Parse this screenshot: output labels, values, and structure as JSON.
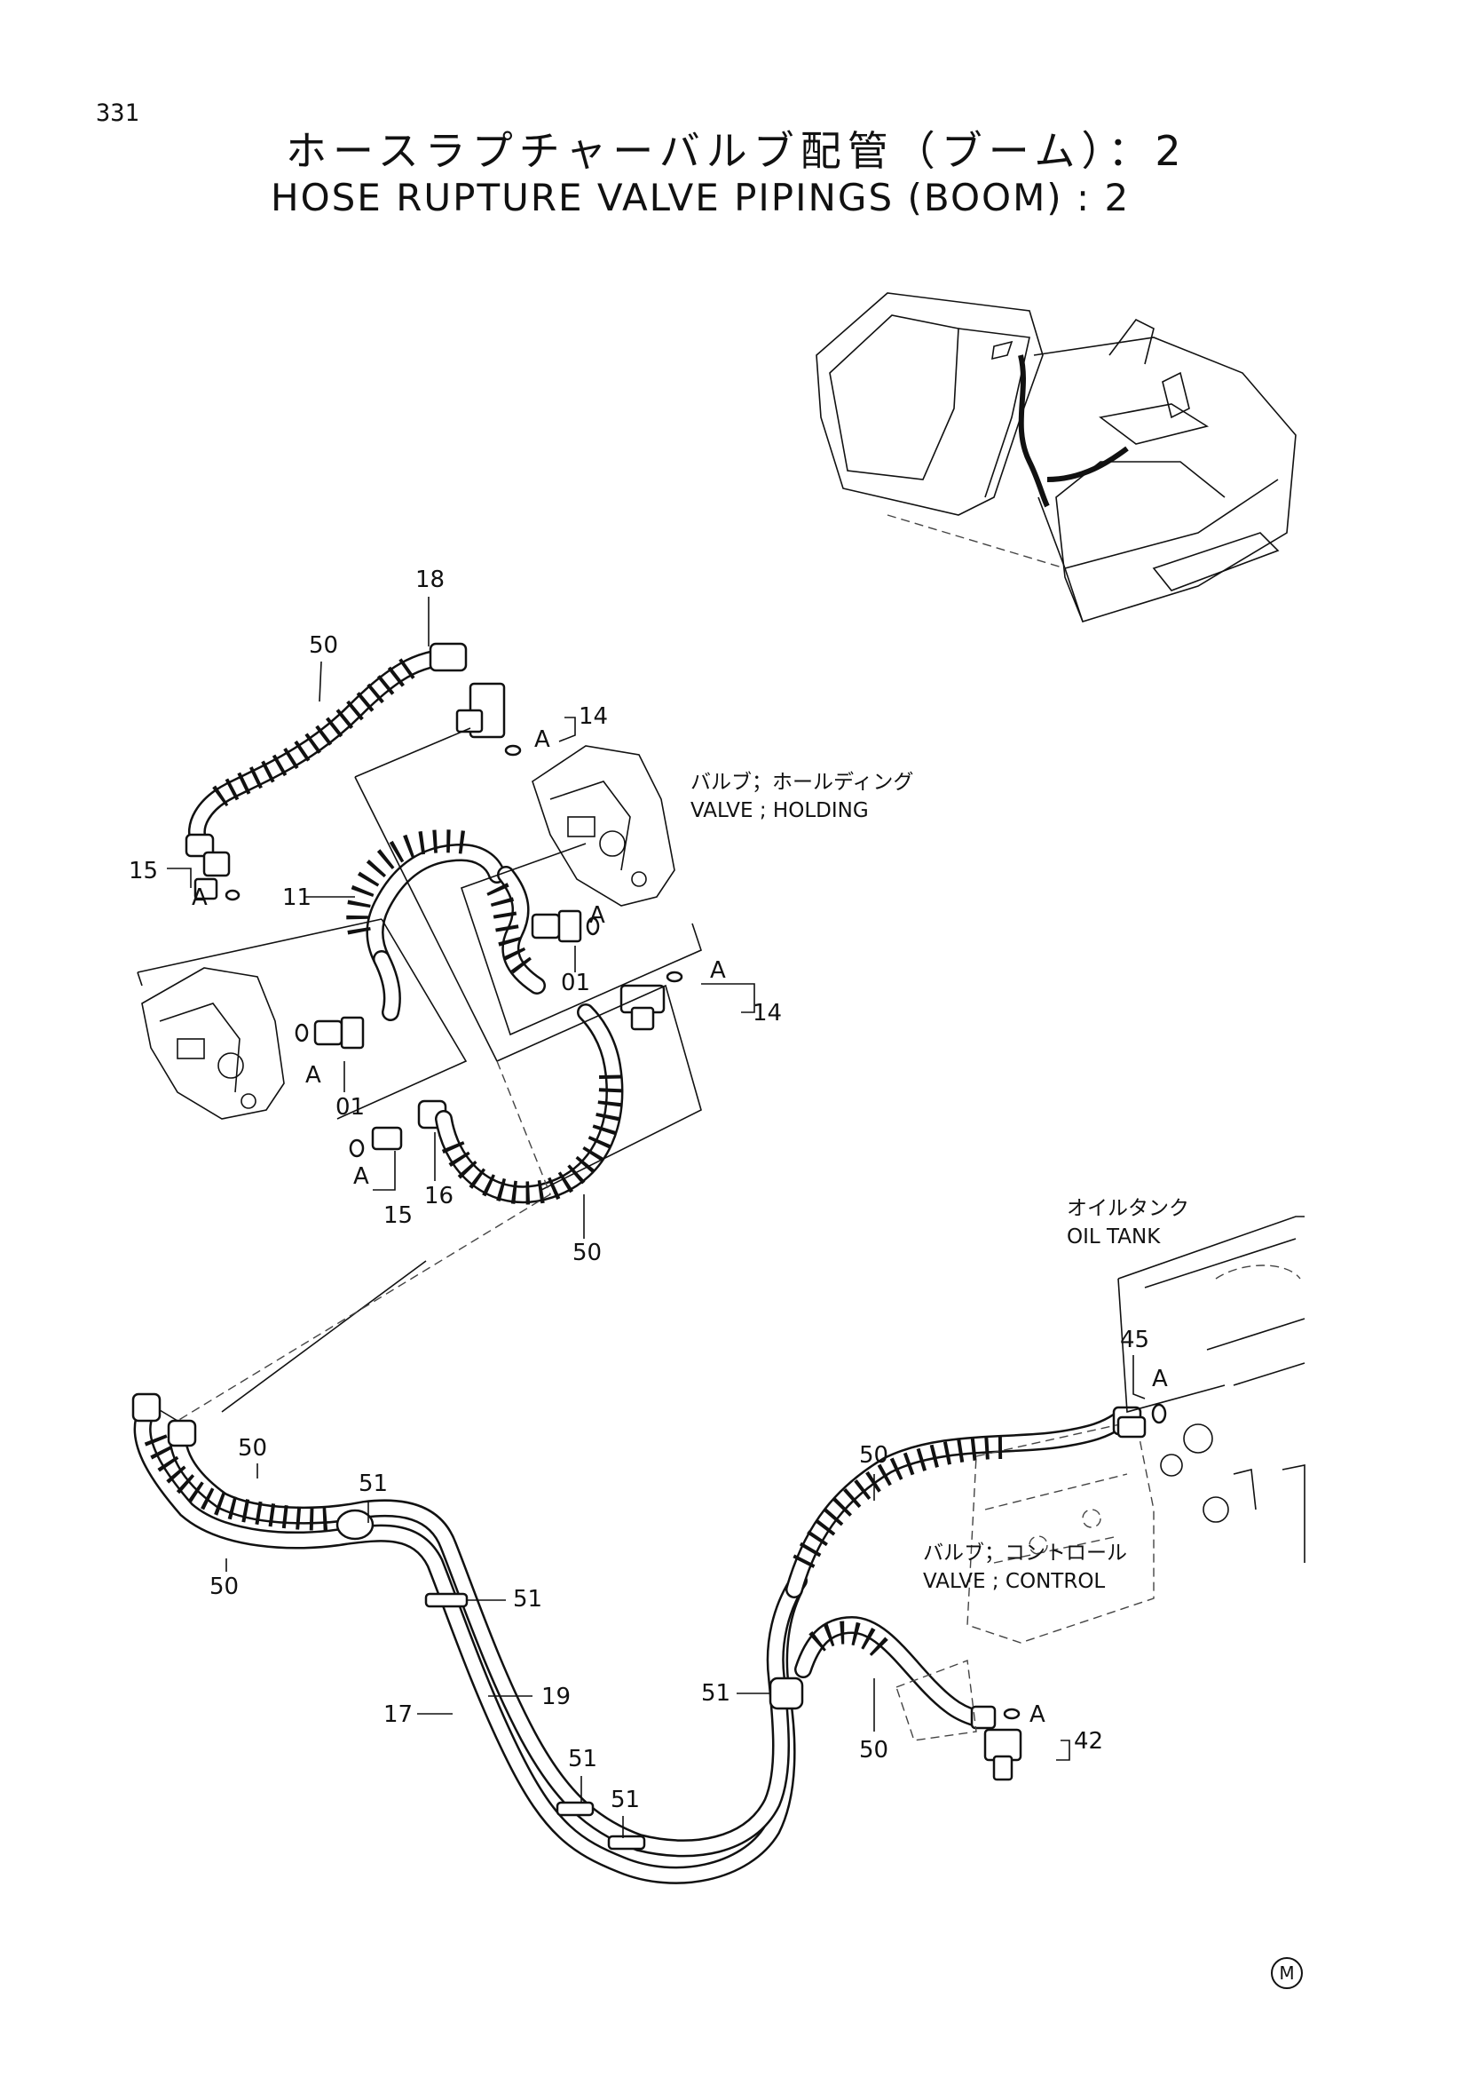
{
  "page": {
    "number": "331",
    "mark": "M"
  },
  "title": {
    "jp": "ホースラプチャーバルブ配管（ブーム）：2",
    "en": "HOSE RUPTURE VALVE PIPINGS (BOOM) : 2"
  },
  "notes": {
    "holding_jp": "バルブ；ホールディング",
    "holding_en": "VALVE ; HOLDING",
    "tank_jp": "オイルタンク",
    "tank_en": "OIL TANK",
    "control_jp": "バルブ；コントロール",
    "control_en": "VALVE ; CONTROL"
  },
  "callouts": {
    "c18": "18",
    "c50a": "50",
    "c14a": "14",
    "c15a": "15",
    "c11": "11",
    "c01a": "01",
    "c01b": "01",
    "c14b": "14",
    "c15b": "15",
    "c16": "16",
    "c50b": "50",
    "c50c": "50",
    "c50d": "50",
    "c51a": "51",
    "c51b": "51",
    "c19": "19",
    "c17": "17",
    "c51c": "51",
    "c51d": "51",
    "c51e": "51",
    "c45": "45",
    "c50e": "50",
    "c50f": "50",
    "c42": "42"
  },
  "a_label": "A"
}
